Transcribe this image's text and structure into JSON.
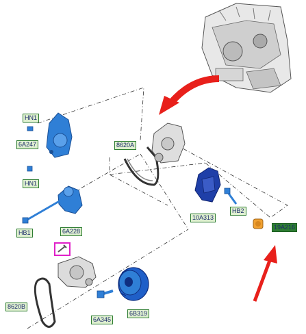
{
  "colors": {
    "part_blue": "#2f7fd6",
    "part_dark_blue": "#1f3fa8",
    "label_border": "#2e7d32",
    "label_bg": "#dff0d0",
    "label_text": "#1b2a6b",
    "arrow_red": "#e8201b",
    "tool_icon_border": "#e020c8",
    "engine_grey": "#8a8a8a"
  },
  "labels": {
    "hn1_top": "HN1",
    "a6a247": "6A247",
    "hn1_bottom": "HN1",
    "a8620a": "8620A",
    "hb1": "HB1",
    "a6a228": "6A228",
    "a10a313": "10A313",
    "hb2": "HB2",
    "a19a216": "19A216",
    "a8620b": "8620B",
    "a6a345": "6A345",
    "a6b319": "6B319"
  },
  "icons": {
    "tool_icon": "wrench-icon"
  }
}
